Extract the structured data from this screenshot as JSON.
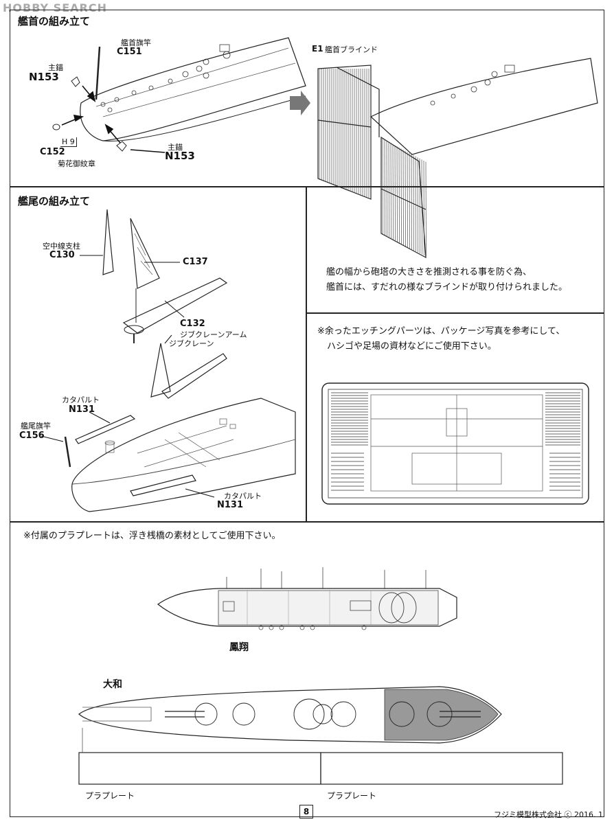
{
  "watermark": "HOBBY SEARCH",
  "bow": {
    "title": "艦首の組み立て",
    "flagpole_label": "艦首旗竿",
    "flagpole_part": "C151",
    "anchor_label_1": "主錨",
    "anchor_part_1": "N153",
    "anchor_label_2": "主錨",
    "anchor_part_2": "N153",
    "crest_part": "C152",
    "crest_ref": "H 9",
    "crest_label": "菊花御紋章",
    "blind_part": "E1",
    "blind_label": "艦首ブラインド",
    "note_line1": "艦の幅から砲塔の大きさを推測される事を防ぐ為、",
    "note_line2": "艦首には、すだれの様なブラインドが取り付けられました。"
  },
  "stern": {
    "title": "艦尾の組み立て",
    "antenna_label": "空中線支柱",
    "antenna_part": "C130",
    "jib_part": "C137",
    "arm_part": "C132",
    "arm_label": "ジブクレーンアーム",
    "crane_label": "ジブクレーン",
    "catapult_label_1": "カタパルト",
    "catapult_part_1": "N131",
    "flagpole_label": "艦尾旗竿",
    "flagpole_part": "C156",
    "catapult_label_2": "カタパルト",
    "catapult_part_2": "N131"
  },
  "etching": {
    "note_line1": "※余ったエッチングパーツは、パッケージ写真を参考にして、",
    "note_line2": "ハシゴや足場の資材などにご使用下さい。"
  },
  "plates": {
    "note": "※付属のプラプレートは、浮き桟橋の素材としてご使用下さい。",
    "ship1": "鳳翔",
    "ship2": "大和",
    "plate_label_1": "プラプレート",
    "plate_label_2": "プラプレート"
  },
  "page_number": "8",
  "footer": "フジミ模型株式会社 ⓒ 2016. 1"
}
